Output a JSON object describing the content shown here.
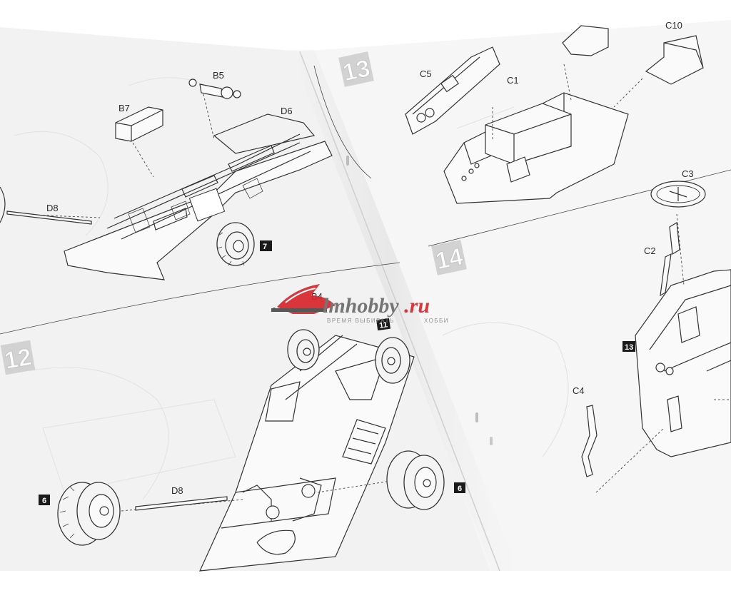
{
  "photo": {
    "subject": "Model kit assembly instruction booklet, open spread",
    "colors": {
      "paper_left": "#f3f3f3",
      "paper_right": "#f6f6f6",
      "ink": "#333333",
      "step_shade": "#cfcfcf",
      "watermark_red": "#d9262c",
      "watermark_gray": "#6b6b6b"
    }
  },
  "watermark": {
    "site": "lmhobby.ru",
    "tagline_left": "ВРЕМЯ ВЫБИРАТЬ",
    "tagline_right": "ХОББИ"
  },
  "left_page": {
    "upper_diagram": {
      "part_labels": {
        "b7": "B7",
        "b5": "B5",
        "d6": "D6",
        "d8": "D8"
      },
      "subassembly_badge": "7"
    },
    "step_12": {
      "number": "12",
      "part_labels": {
        "b4": "B4",
        "d8": "D8"
      },
      "badges": {
        "top": "11",
        "left_wheel": "6",
        "right_wheel": "6"
      }
    }
  },
  "right_page": {
    "step_13": {
      "number": "13",
      "part_labels": {
        "c5": "C5",
        "c1": "C1",
        "c10": "C10"
      }
    },
    "step_14": {
      "number": "14",
      "part_labels": {
        "c3": "C3",
        "c2": "C2",
        "c4": "C4"
      },
      "badges": {
        "subassembly": "13"
      }
    }
  }
}
